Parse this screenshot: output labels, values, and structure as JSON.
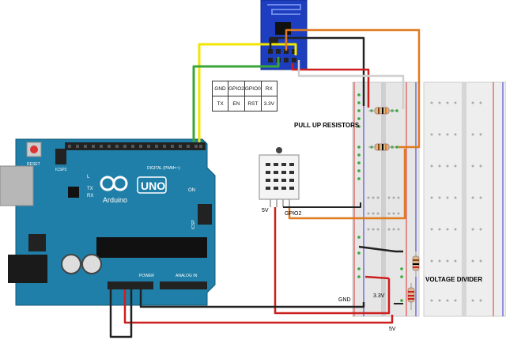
{
  "pin_table": {
    "top": [
      "GND",
      "GPIO2",
      "GPIO0",
      "RX"
    ],
    "bottom": [
      "TX",
      "EN",
      "RST",
      "3.3V"
    ]
  },
  "labels": {
    "pull_up": "PULL UP RESISTORS",
    "voltage_divider": "VOLTAGE DIVIDER",
    "v5_sensor": "5V",
    "gpio2": "GPIO2",
    "gnd": "GND",
    "v33": "3.3V",
    "v5_bottom": "5V"
  },
  "arduino": {
    "brand": "Arduino",
    "model": "UNO",
    "reset": "RESET",
    "icsp2": "ICSP2",
    "icsp": "ICSP",
    "digital": "DIGITAL (PWM=~)",
    "power": "POWER",
    "analog": "ANALOG IN",
    "on": "ON",
    "tx": "TX",
    "rx": "RX",
    "l": "L"
  },
  "colors": {
    "board": "#1f7fa8",
    "wire_orange": "#e07a1f",
    "wire_red": "#cc1f1f",
    "wire_black": "#222222",
    "wire_yellow": "#f2e600",
    "wire_green": "#3aa63a",
    "wire_white": "#f0f0f0",
    "esp_board": "#1d3fbf"
  }
}
